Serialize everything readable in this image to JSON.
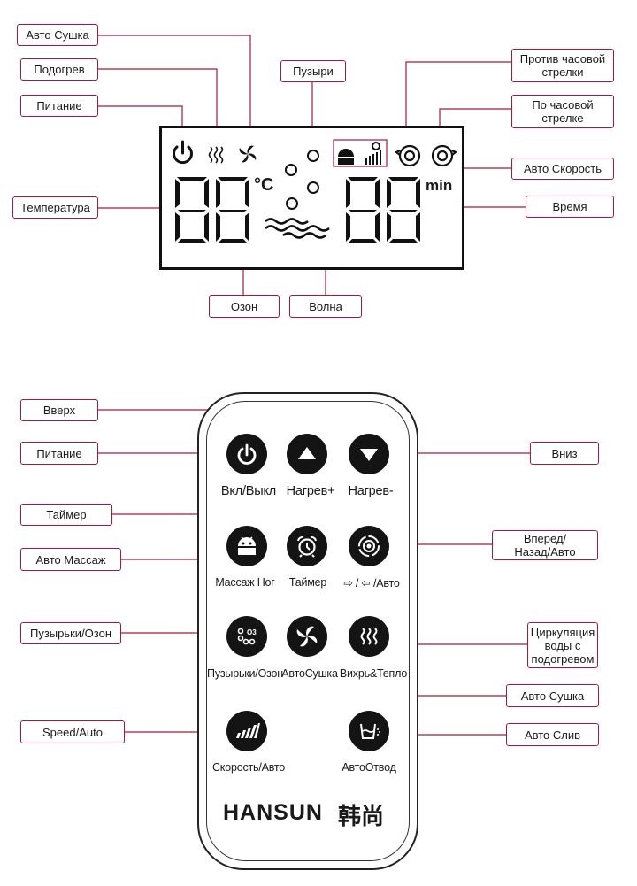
{
  "lcd_labels": {
    "auto_dry": "Авто Сушка",
    "heating": "Подогрев",
    "power": "Питание",
    "temperature": "Температура",
    "bubbles": "Пузыри",
    "counterclockwise": "Против часовой\nстрелки",
    "clockwise": "По часовой\nстрелке",
    "auto_speed": "Авто Скорость",
    "time": "Время",
    "ozone": "Озон",
    "wave": "Волна"
  },
  "lcd_display": {
    "temp_digits": "88",
    "temp_unit": "°C",
    "time_digits": "88",
    "time_unit": "min"
  },
  "remote_labels": {
    "up": "Вверх",
    "power": "Питание",
    "down": "Вниз",
    "timer": "Таймер",
    "auto_massage": "Авто Массаж",
    "forward_back_auto": "Вперед/\nНазад/Авто",
    "bubbles_ozone": "Пузырьки/Озон",
    "circulation": "Циркуляция\nводы с\nподогревом",
    "auto_dry": "Авто Сушка",
    "speed_auto": "Speed/Auto",
    "auto_drain": "Авто Слив"
  },
  "remote_buttons": {
    "power": "Вкл/Выкл",
    "heat_up": "Нагрев+",
    "heat_down": "Нагрев-",
    "foot_massage": "Массаж Ног",
    "timer": "Таймер",
    "direction": "⇨ / ⇦ /Авто",
    "bubbles_ozone": "Пузырьки/Озон",
    "auto_dry": "АвтоСушка",
    "vortex_warm": "Вихрь&Тепло",
    "speed_auto": "Скорость/Авто",
    "auto_drain": "АвтоОтвод"
  },
  "brand": {
    "name": "HANSUN",
    "chinese": "韩尚"
  },
  "colors": {
    "leader": "#a01c3c",
    "button": "#141414",
    "outline": "#111111"
  }
}
